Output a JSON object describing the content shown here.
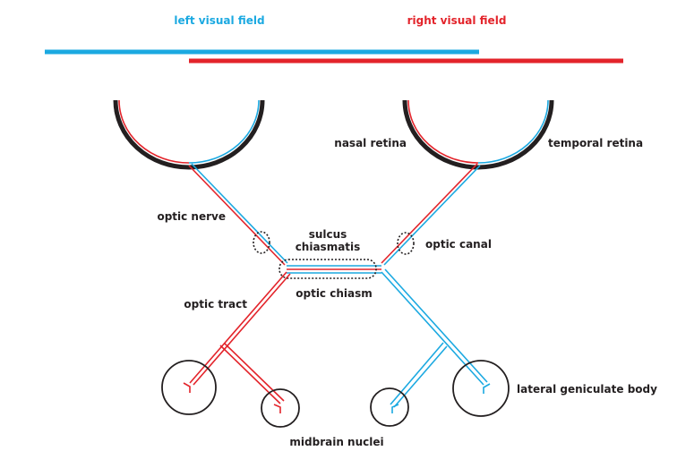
{
  "colors": {
    "left_field": "#1ba9e1",
    "right_field": "#e3242b",
    "outline": "#231f20"
  },
  "visual_fields": {
    "left": "left visual field",
    "right": "right visual field"
  },
  "labels": {
    "nasal_retina": "nasal retina",
    "temporal_retina": "temporal retina",
    "optic_nerve": "optic nerve",
    "sulcus_line1": "sulcus",
    "sulcus_line2": "chiasmatis",
    "optic_canal": "optic canal",
    "optic_chiasm": "optic chiasm",
    "optic_tract": "optic tract",
    "lateral_geniculate_body": "lateral geniculate body",
    "midbrain_nuclei": "midbrain nuclei"
  }
}
